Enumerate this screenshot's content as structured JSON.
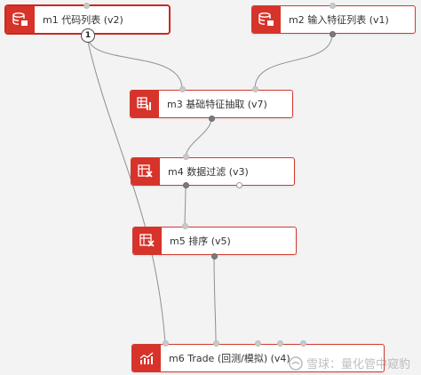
{
  "nodes": {
    "m1": {
      "label": "m1 代码列表 (v2)",
      "icon": "database-icon"
    },
    "m2": {
      "label": "m2 输入特征列表 (v1)",
      "icon": "database-icon"
    },
    "m3": {
      "label": "m3 基础特征抽取 (v7)",
      "icon": "table-chart-icon"
    },
    "m4": {
      "label": "m4 数据过滤 (v3)",
      "icon": "filter-icon"
    },
    "m5": {
      "label": "m5 排序 (v5)",
      "icon": "sort-icon"
    },
    "m6": {
      "label": "m6 Trade (回测/模拟) (v4)",
      "icon": "trend-chart-icon"
    }
  },
  "badge": {
    "m1_out": "1"
  },
  "watermark": {
    "text": "雪球：量化管中窥豹"
  },
  "colors": {
    "accent": "#d7332a",
    "canvas": "#f3f3f3"
  }
}
